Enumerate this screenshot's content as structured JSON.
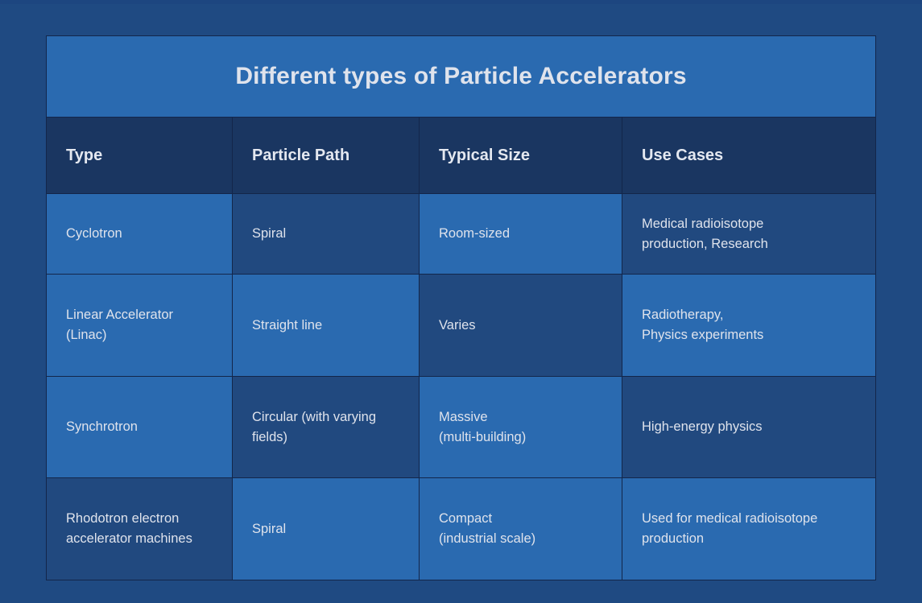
{
  "colors": {
    "page_background": "#1f4a82",
    "title_bar": "#2a6ab0",
    "header_row": "#1a3661",
    "cell_light": "#2a6ab0",
    "cell_dark": "#21497f",
    "border": "#13264a",
    "text": "#dfe3ec"
  },
  "table": {
    "title": "Different types of Particle Accelerators",
    "columns": [
      {
        "label": "Type"
      },
      {
        "label": "Particle Path"
      },
      {
        "label": "Typical Size"
      },
      {
        "label": "Use Cases"
      }
    ],
    "rows": [
      {
        "cells": [
          {
            "text": "Cyclotron",
            "fill": "light"
          },
          {
            "text": "Spiral",
            "fill": "dark"
          },
          {
            "text": "Room-sized",
            "fill": "light"
          },
          {
            "text": "Medical radioisotope\nproduction, Research",
            "fill": "dark"
          }
        ]
      },
      {
        "cells": [
          {
            "text": "Linear Accelerator\n(Linac)",
            "fill": "light"
          },
          {
            "text": "Straight line",
            "fill": "light"
          },
          {
            "text": "Varies",
            "fill": "dark"
          },
          {
            "text": "Radiotherapy,\nPhysics experiments",
            "fill": "light"
          }
        ]
      },
      {
        "cells": [
          {
            "text": "Synchrotron",
            "fill": "light"
          },
          {
            "text": "Circular (with varying\nfields)",
            "fill": "dark"
          },
          {
            "text": "Massive\n(multi-building)",
            "fill": "light"
          },
          {
            "text": "High-energy physics",
            "fill": "dark"
          }
        ]
      },
      {
        "cells": [
          {
            "text": "Rhodotron electron\naccelerator machines",
            "fill": "dark"
          },
          {
            "text": "Spiral",
            "fill": "light"
          },
          {
            "text": "Compact\n(industrial scale)",
            "fill": "light"
          },
          {
            "text": "Used for medical radioisotope\nproduction",
            "fill": "light"
          }
        ]
      }
    ]
  }
}
